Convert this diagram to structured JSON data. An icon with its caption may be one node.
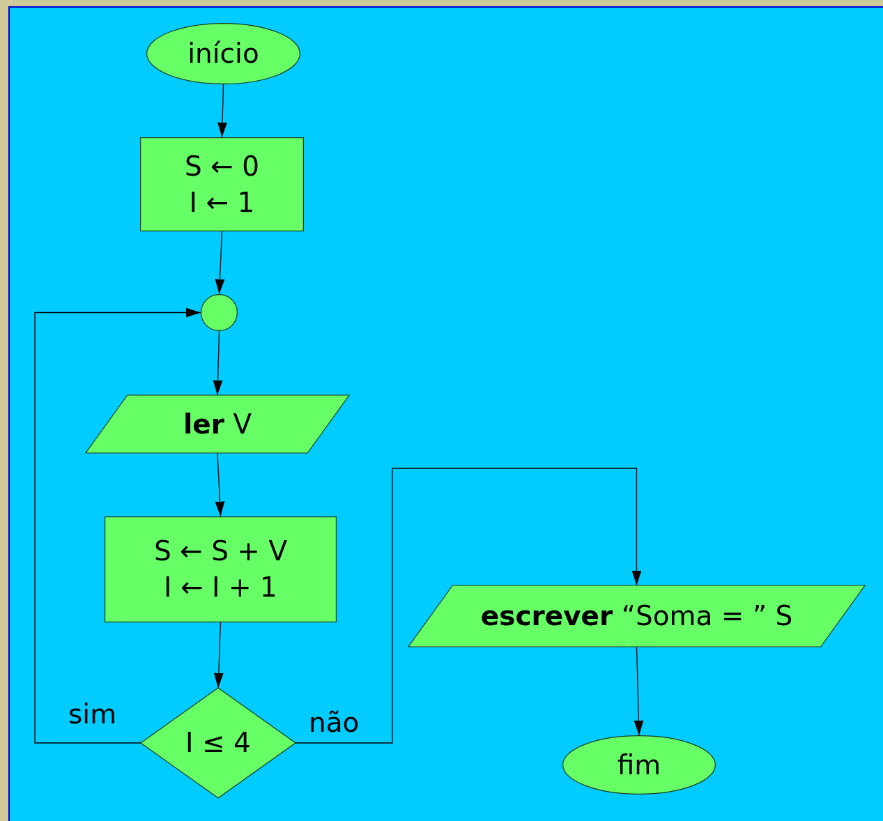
{
  "diagram": {
    "nodes": [
      {
        "text": [
          "início"
        ]
      },
      {
        "text": [
          "S ← 0",
          "I ← 1"
        ]
      },
      {
        "text": [],
        "shape": "circle"
      },
      {
        "text": [
          "**ler** V"
        ]
      },
      {
        "text": [
          "S ← S + V",
          "I ← I + 1"
        ]
      },
      {
        "text": [
          "I ≤ 4"
        ]
      },
      {
        "text": [
          "**escrever** “Soma = ” S"
        ]
      },
      {
        "text": [
          "fim"
        ]
      }
    ],
    "edges": [
      {
        "from": 0,
        "to": 1,
        "arrow": "to"
      },
      {
        "from": 1,
        "to": 2,
        "arrow": "to"
      },
      {
        "from": 2,
        "to": 3,
        "arrow": "to"
      },
      {
        "from": 3,
        "to": 4,
        "arrow": "to"
      },
      {
        "from": 4,
        "to": 5,
        "arrow": "to"
      },
      {
        "from": 5,
        "to": 2,
        "arrow": "to",
        "label": "sim"
      },
      {
        "from": 5,
        "to": 6,
        "arrow": "to",
        "label": "não"
      },
      {
        "from": 6,
        "to": 7,
        "arrow": "to"
      }
    ]
  }
}
